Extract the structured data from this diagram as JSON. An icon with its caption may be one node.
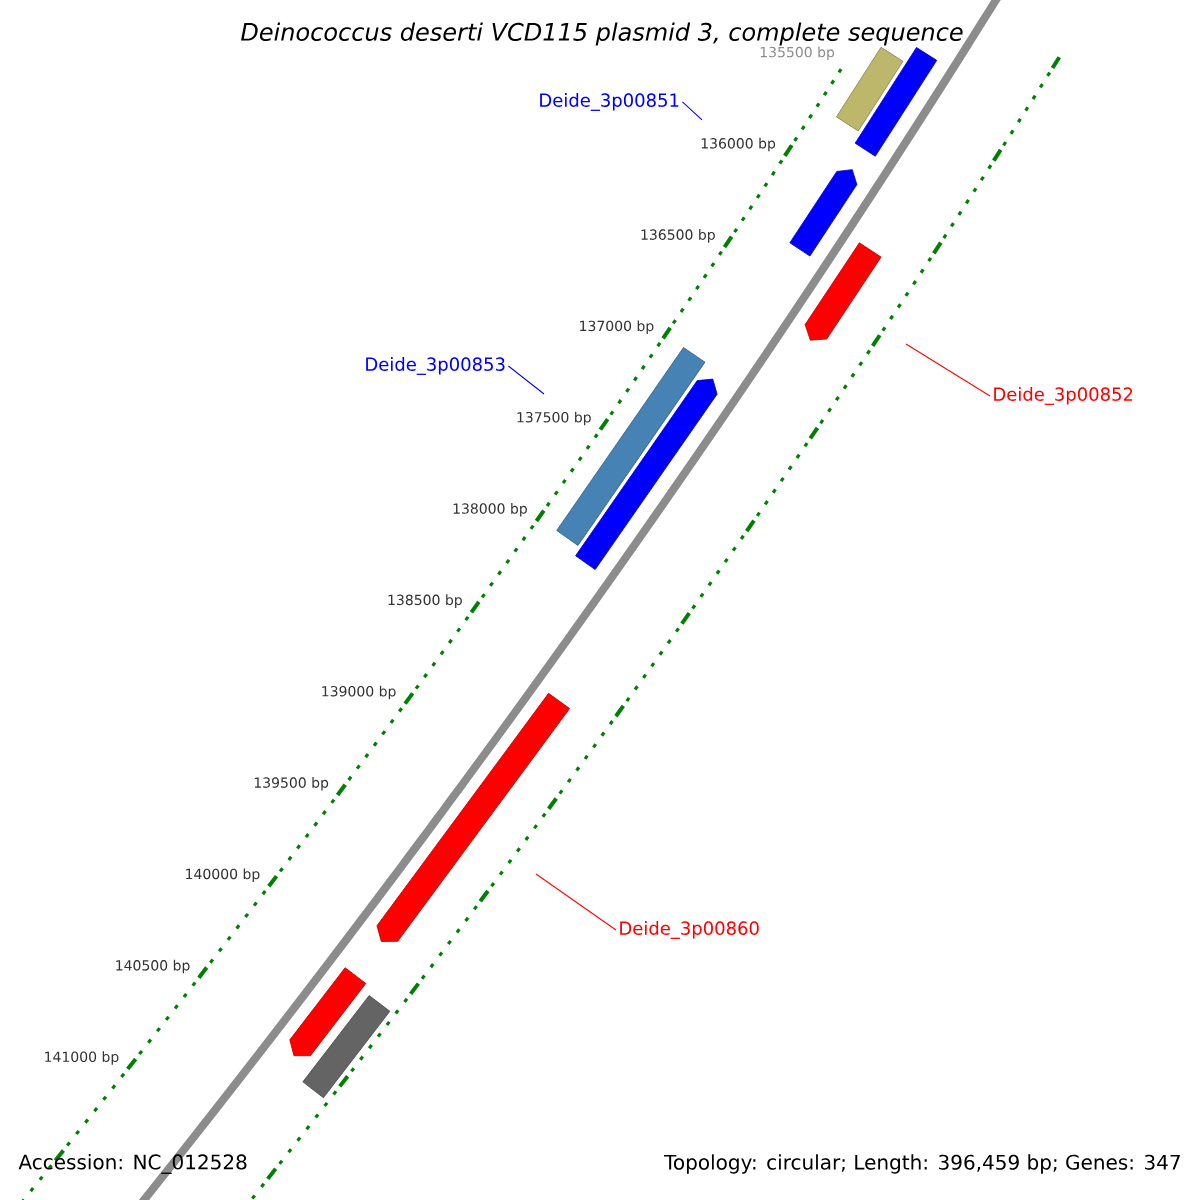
{
  "diagram": {
    "title": "Deinococcus deserti VCD115 plasmid 3, complete sequence",
    "nodes": [
      {
        "text": [
          "Deide_3p00851"
        ]
      },
      {
        "text": [
          "Deide_3p00853"
        ]
      },
      {
        "text": [
          "Deide_3p00852"
        ]
      },
      {
        "text": [
          "Deide_3p00860"
        ]
      }
    ],
    "edges": [
      {
        "from": 0,
        "to": null,
        "arrow": "none",
        "color": "#0000ff"
      },
      {
        "from": 1,
        "to": null,
        "arrow": "none",
        "color": "#0000ff"
      },
      {
        "from": 2,
        "to": null,
        "arrow": "none",
        "color": "#ff0000"
      },
      {
        "from": 3,
        "to": null,
        "arrow": "none",
        "color": "#ff0000"
      }
    ],
    "labels": [
      "135500 bp",
      "136000 bp",
      "136500 bp",
      "137000 bp",
      "137500 bp",
      "138000 bp",
      "138500 bp",
      "139000 bp",
      "139500 bp",
      "140000 bp",
      "140500 bp",
      "141000 bp",
      "Accession: NC_012528",
      "Topology: circular; Length: 396,459 bp; Genes: 347"
    ]
  }
}
